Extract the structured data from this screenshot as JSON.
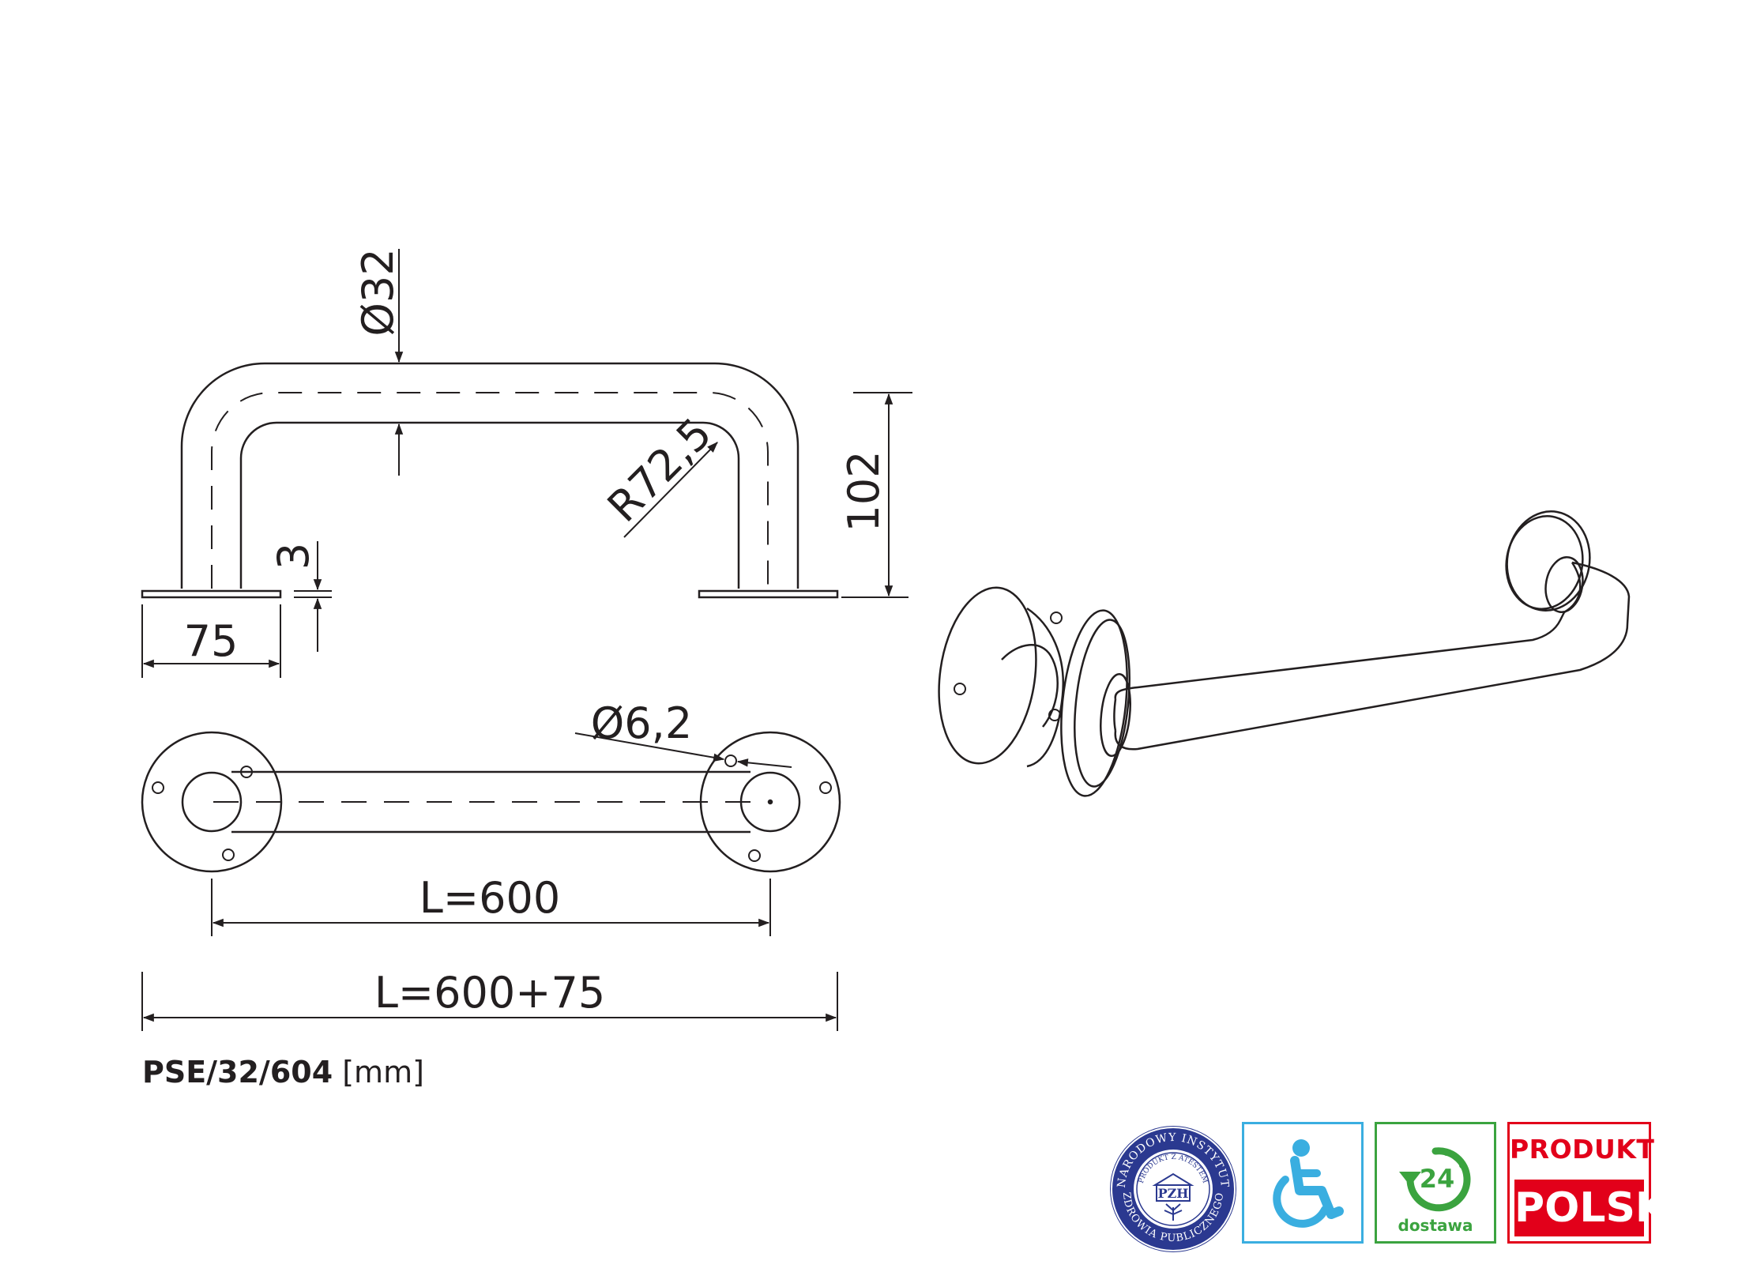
{
  "dimensions": {
    "pipe_diameter": "Ø32",
    "bend_radius": "R72,5",
    "height": "102",
    "plate_thickness": "3",
    "plate_diameter": "75",
    "hole_diameter": "Ø6,2",
    "length": "L=600",
    "total_length": "L=600+75"
  },
  "caption": {
    "model": "PSE/32/604",
    "unit": "[mm]"
  },
  "badges": {
    "pzh": {
      "ring_top": "NARODOWY INSTYTUT",
      "ring_bottom": "ZDROWIA PUBLICZNEGO",
      "inner_top": "PRODUKT Z ATESTEM",
      "abbr": "PZH"
    },
    "delivery": {
      "number": "24",
      "label": "dostawa"
    },
    "polish": {
      "line1": "PRODUKT",
      "line2": "POLSKI"
    }
  },
  "colors": {
    "line": "#231f20",
    "pzh_blue": "#2b3990",
    "access_blue": "#3aaee0",
    "delivery_green": "#3ba33f",
    "polish_red": "#e2001a"
  }
}
